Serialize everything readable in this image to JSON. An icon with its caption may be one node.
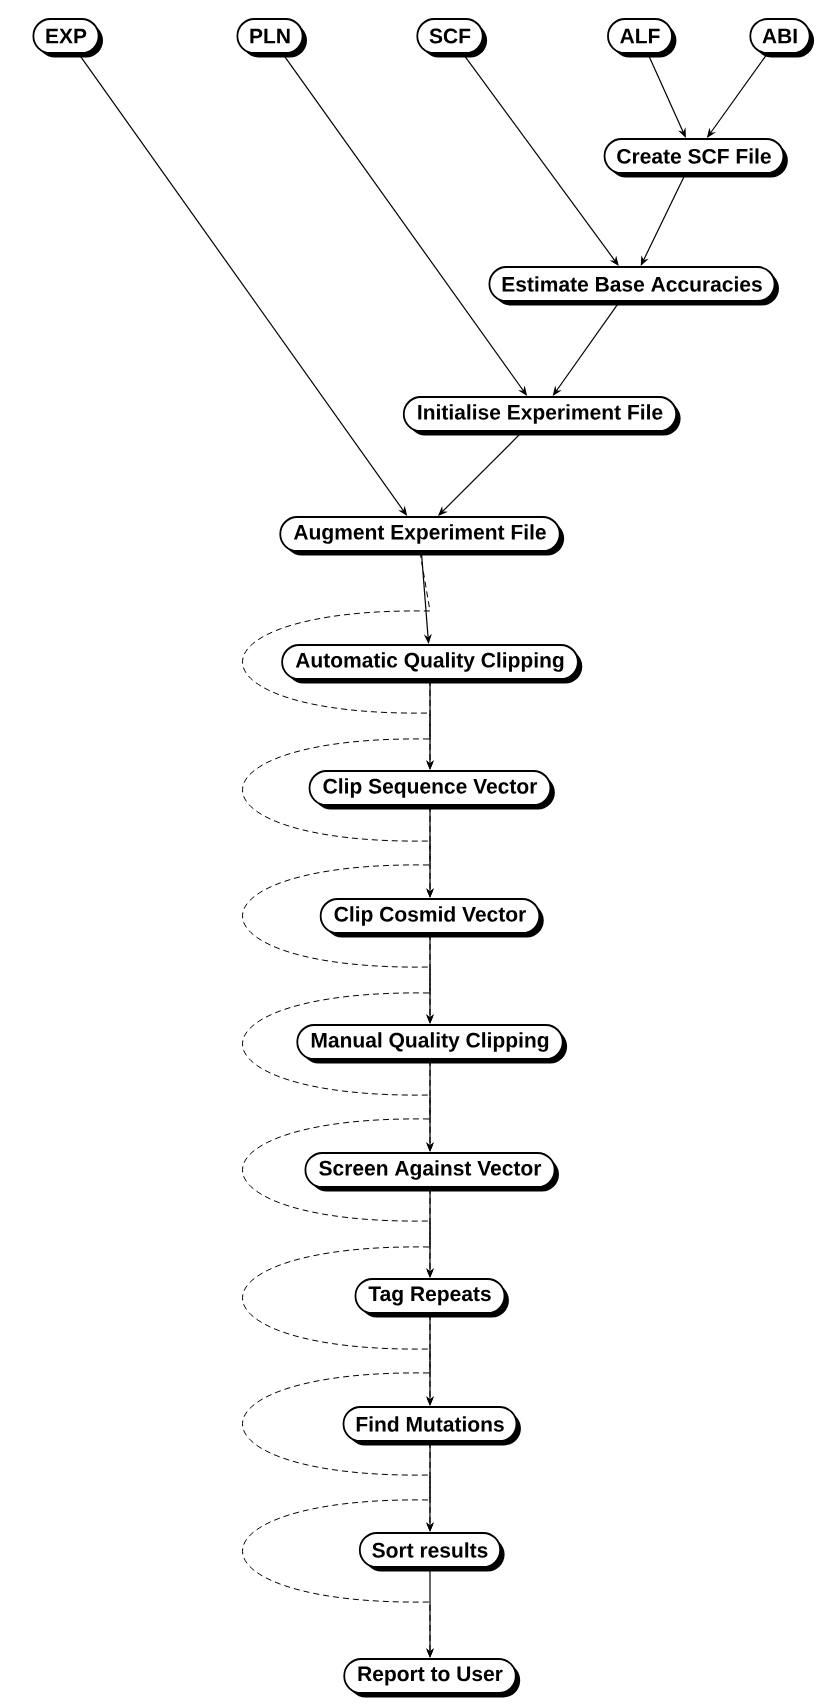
{
  "diagram": {
    "nodes": [
      {
        "text": [
          "EXP"
        ]
      },
      {
        "text": [
          "PLN"
        ]
      },
      {
        "text": [
          "SCF"
        ]
      },
      {
        "text": [
          "ALF"
        ]
      },
      {
        "text": [
          "ABI"
        ]
      },
      {
        "text": [
          "Create SCF File"
        ]
      },
      {
        "text": [
          "Estimate Base Accuracies"
        ]
      },
      {
        "text": [
          "Initialise Experiment File"
        ]
      },
      {
        "text": [
          "Augment Experiment File"
        ]
      },
      {
        "text": [
          "Automatic Quality Clipping"
        ]
      },
      {
        "text": [
          "Clip Sequence Vector"
        ]
      },
      {
        "text": [
          "Clip Cosmid Vector"
        ]
      },
      {
        "text": [
          "Manual Quality Clipping"
        ]
      },
      {
        "text": [
          "Screen Against Vector"
        ]
      },
      {
        "text": [
          "Tag Repeats"
        ]
      },
      {
        "text": [
          "Find Mutations"
        ]
      },
      {
        "text": [
          "Sort results"
        ]
      },
      {
        "text": [
          "Report to User"
        ]
      }
    ],
    "edges": [
      {
        "from": 3,
        "to": 5,
        "arrow": "to"
      },
      {
        "from": 4,
        "to": 5,
        "arrow": "to"
      },
      {
        "from": 2,
        "to": 6,
        "arrow": "to"
      },
      {
        "from": 5,
        "to": 6,
        "arrow": "to"
      },
      {
        "from": 1,
        "to": 7,
        "arrow": "to"
      },
      {
        "from": 6,
        "to": 7,
        "arrow": "to"
      },
      {
        "from": 0,
        "to": 8,
        "arrow": "to"
      },
      {
        "from": 7,
        "to": 8,
        "arrow": "to"
      },
      {
        "from": 8,
        "to": 9,
        "arrow": "to"
      },
      {
        "from": 9,
        "to": 10,
        "arrow": "to"
      },
      {
        "from": 10,
        "to": 11,
        "arrow": "to"
      },
      {
        "from": 11,
        "to": 12,
        "arrow": "to"
      },
      {
        "from": 12,
        "to": 13,
        "arrow": "to"
      },
      {
        "from": 13,
        "to": 14,
        "arrow": "to"
      },
      {
        "from": 14,
        "to": 15,
        "arrow": "to"
      },
      {
        "from": 15,
        "to": 16,
        "arrow": "to"
      },
      {
        "from": 16,
        "to": 17,
        "arrow": "to"
      },
      {
        "from": 8,
        "to": 10,
        "arrow": "to",
        "style": "dashed"
      },
      {
        "from": 9,
        "to": 11,
        "arrow": "to",
        "style": "dashed"
      },
      {
        "from": 10,
        "to": 12,
        "arrow": "to",
        "style": "dashed"
      },
      {
        "from": 11,
        "to": 13,
        "arrow": "to",
        "style": "dashed"
      },
      {
        "from": 12,
        "to": 14,
        "arrow": "to",
        "style": "dashed"
      },
      {
        "from": 13,
        "to": 15,
        "arrow": "to",
        "style": "dashed"
      },
      {
        "from": 14,
        "to": 16,
        "arrow": "to",
        "style": "dashed"
      },
      {
        "from": 15,
        "to": 17,
        "arrow": "to",
        "style": "dashed"
      }
    ]
  }
}
